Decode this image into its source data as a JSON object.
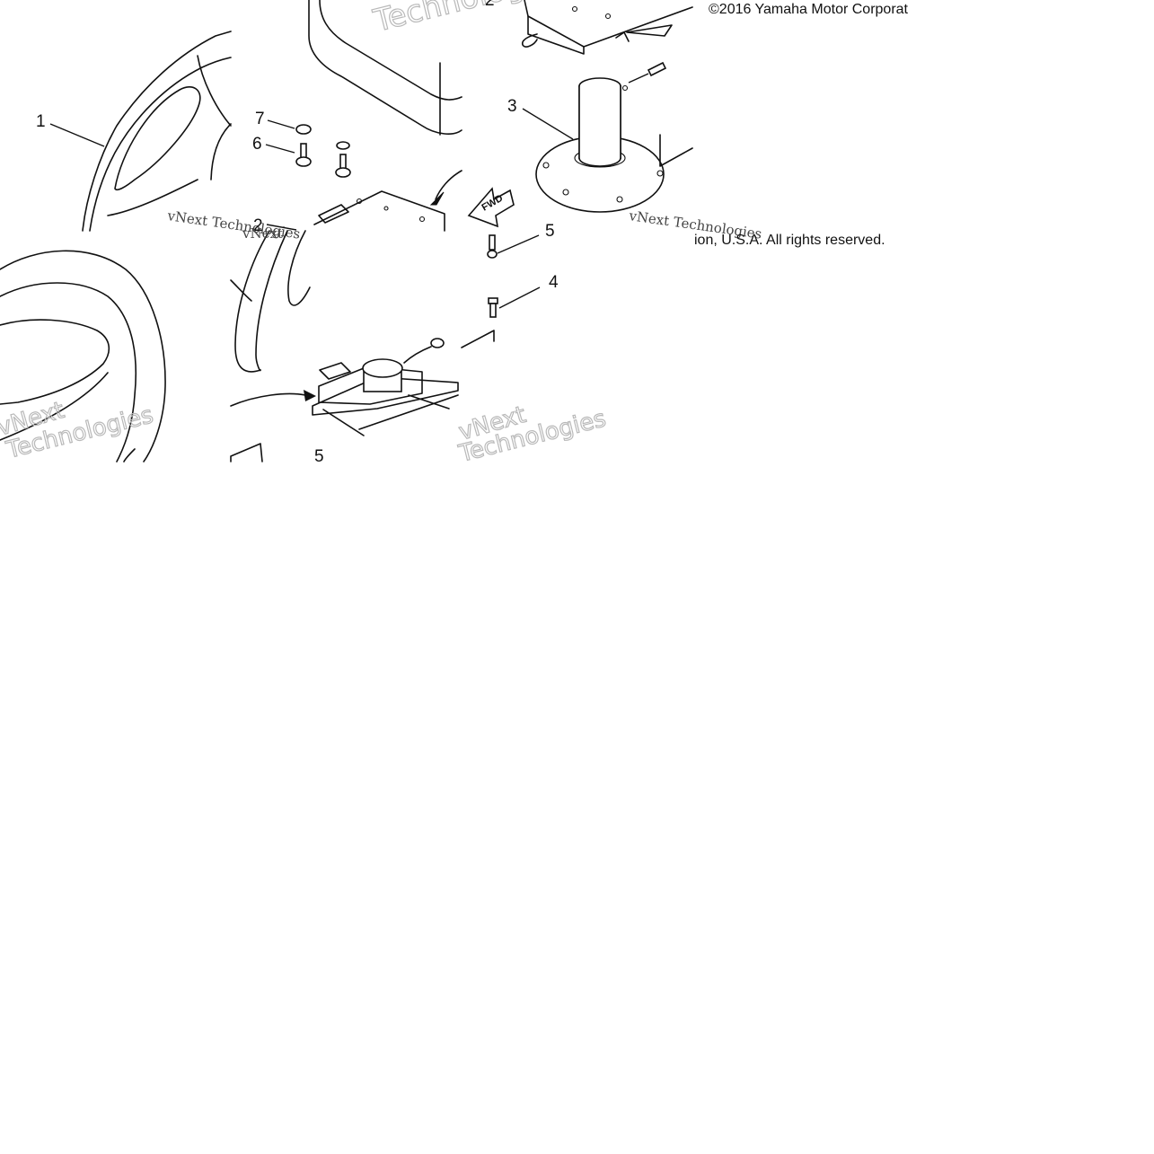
{
  "copyright": {
    "line_1": "©2016 Yamaha Motor Corporat",
    "line_2": "ion, U.S.A. All rights reserved."
  },
  "callouts": [
    "1",
    "2",
    "3",
    "4",
    "5",
    "6",
    "7",
    "2",
    "5"
  ],
  "watermark": {
    "tech": "Technologies",
    "brand": "vNext Technologies",
    "short": "vNext"
  },
  "fwd_arrow": {
    "label": "FWD"
  }
}
